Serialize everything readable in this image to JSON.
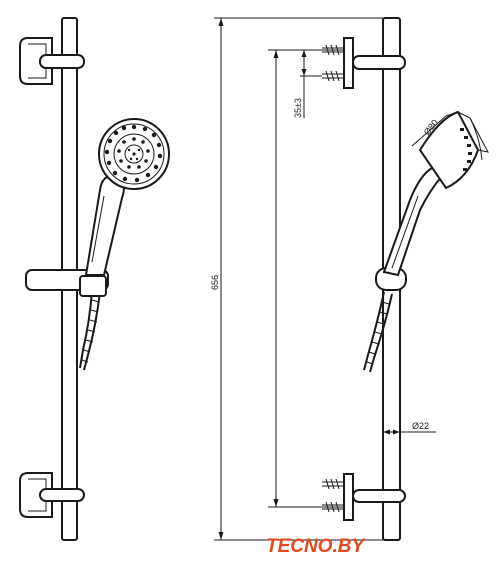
{
  "dimensions": {
    "total_height": "656",
    "bracket_spacing": "35±3",
    "head_diameter": "Ø80",
    "rail_diameter": "Ø22"
  },
  "logo": {
    "text": "TECNO.BY",
    "color": "#e8461e"
  }
}
